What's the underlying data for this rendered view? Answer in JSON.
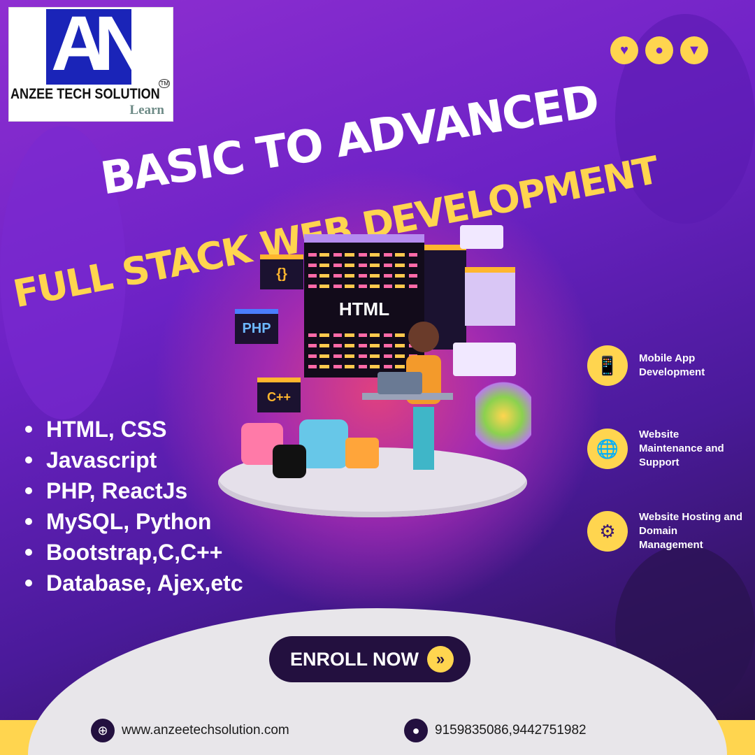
{
  "logo": {
    "monogram": "AN",
    "name": "ANZEE TECH SOLUTION",
    "tm": "TM",
    "tagline": "Learn"
  },
  "social": [
    {
      "icon": "heart-icon",
      "glyph": "♥"
    },
    {
      "icon": "chat-icon",
      "glyph": "●"
    },
    {
      "icon": "send-icon",
      "glyph": "▼"
    }
  ],
  "headline": {
    "line1": "BASIC TO ADVANCED",
    "line2": "FULL STACK WEB DEVELOPMENT"
  },
  "illustration": {
    "screen_label": "HTML",
    "tags": [
      "{}",
      "PHP",
      "C++"
    ]
  },
  "courses": [
    "HTML, CSS",
    "Javascript",
    "PHP, ReactJs",
    "MySQL, Python",
    "Bootstrap,C,C++",
    "Database, Ajex,etc"
  ],
  "services": [
    {
      "icon": "mobile-app-icon",
      "glyph": "📱",
      "label": "Mobile App Development"
    },
    {
      "icon": "globe-icon",
      "glyph": "🌐",
      "label": "Website Maintenance and Support"
    },
    {
      "icon": "circuit-icon",
      "glyph": "⚙",
      "label": "Website Hosting and Domain Management"
    }
  ],
  "cta": {
    "label": "ENROLL NOW",
    "arrow": "»"
  },
  "contact": {
    "website": "www.anzeetechsolution.com",
    "phone": "9159835086,9442751982"
  },
  "colors": {
    "accent": "#ffd54f",
    "dark": "#23103f",
    "purple": "#6d22c6"
  }
}
